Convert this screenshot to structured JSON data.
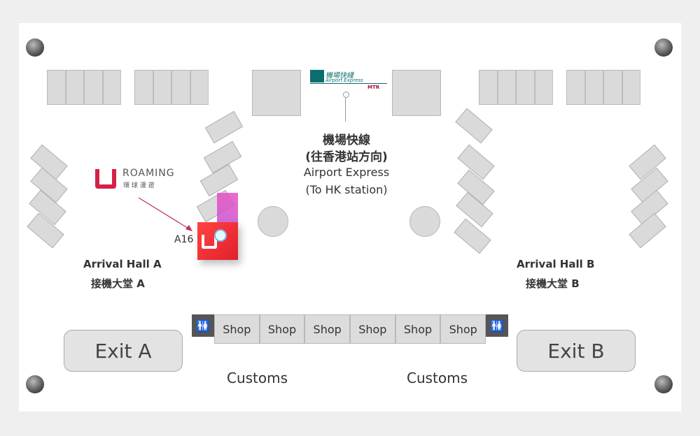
{
  "aex_logo": {
    "zh": "機場快綫",
    "en": "Airport Express",
    "brand": "MTR"
  },
  "aex_label": {
    "zh1": "機場快線",
    "zh2": "(往香港站方向)",
    "en1": "Airport Express",
    "en2": "(To HK station)"
  },
  "roaming": {
    "name": "ROAMING",
    "zh": "環 球 漫 遊",
    "booth": "A16",
    "brand_color": "#d6204a"
  },
  "halls": {
    "a_en": "Arrival Hall A",
    "a_zh": "接機大堂 A",
    "b_en": "Arrival Hall B",
    "b_zh": "接機大堂 B"
  },
  "exits": {
    "a": "Exit A",
    "b": "Exit B"
  },
  "shops": [
    "Shop",
    "Shop",
    "Shop",
    "Shop",
    "Shop",
    "Shop"
  ],
  "customs": [
    "Customs",
    "Customs"
  ],
  "restroom_icon": "🚻"
}
